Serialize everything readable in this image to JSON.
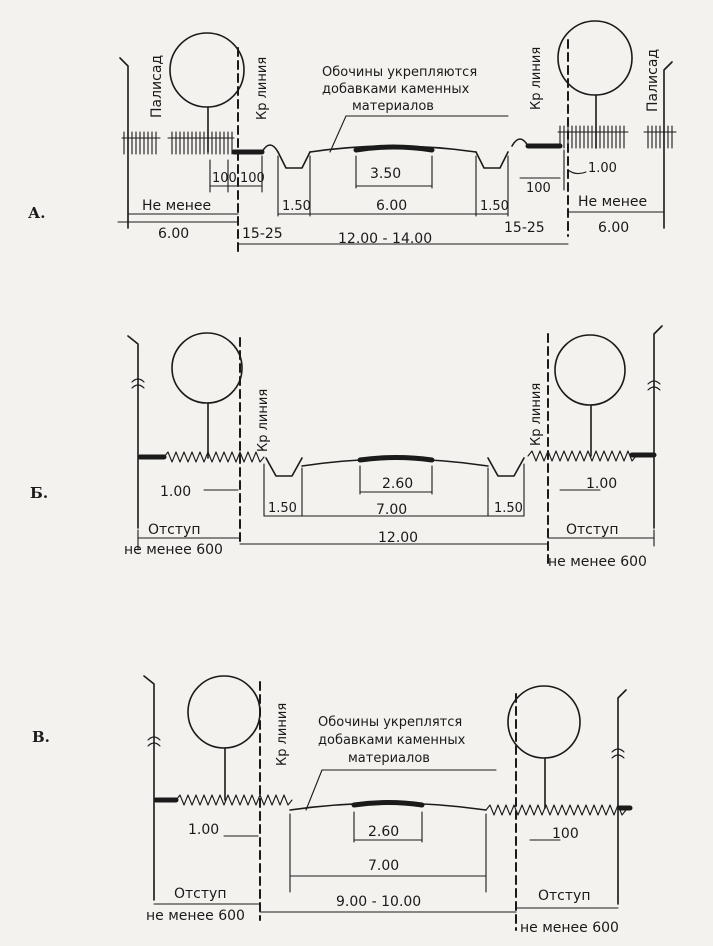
{
  "sections": {
    "a": {
      "label": "А.",
      "left_zone": "Палисад",
      "right_zone": "Палисад",
      "red_line_left": "Кр линия",
      "red_line_right": "Кр линия",
      "note": [
        "Обочины укрепляются",
        "добавками каменных",
        "материалов"
      ],
      "dims": {
        "carriageway": "3.50",
        "left_100a": "100",
        "left_100b": "100",
        "right_100": "100",
        "right_1_00": "1.00",
        "ditch_left": "1.50",
        "road_width": "6.00",
        "ditch_right": "1.50",
        "left_min_label": "Не менее",
        "left_min_value": "6.00",
        "right_min_label": "Не менее",
        "right_min_value": "6.00",
        "setback_left": "15-25",
        "setback_right": "15-25",
        "total": "12.00 - 14.00"
      }
    },
    "b": {
      "label": "Б.",
      "red_line_left": "Кр линия",
      "red_line_right": "Кр линия",
      "dims": {
        "left_offset": "1.00",
        "right_offset": "1.00",
        "carriageway": "2.60",
        "ditch_left": "1.50",
        "road_width": "7.00",
        "ditch_right": "1.50",
        "total": "12.00",
        "setback_left": "Отступ",
        "setback_left_min": "не менее 600",
        "setback_right": "Отступ",
        "setback_right_min": "не менее 600"
      }
    },
    "c": {
      "label": "В.",
      "red_line": "Кр линия",
      "note": [
        "Обочины укреплятся",
        "добавками каменных",
        "материалов"
      ],
      "dims": {
        "left_offset": "1.00",
        "right_offset": "100",
        "carriageway": "2.60",
        "road_width": "7.00",
        "total": "9.00 - 10.00",
        "setback_left": "Отступ",
        "setback_left_min": "не менее 600",
        "setback_right": "Отступ",
        "setback_right_min": "не менее 600"
      }
    }
  }
}
